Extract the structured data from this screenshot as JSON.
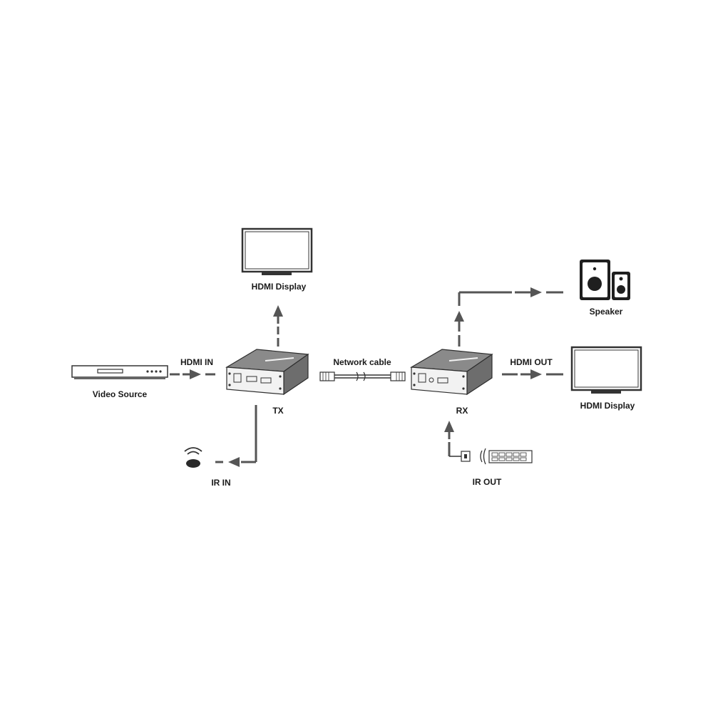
{
  "labels": {
    "video_source": "Video Source",
    "hdmi_in": "HDMI IN",
    "hdmi_display_top": "HDMI Display",
    "tx": "TX",
    "network_cable": "Network cable",
    "rx": "RX",
    "speaker": "Speaker",
    "hdmi_out": "HDMI OUT",
    "hdmi_display_right": "HDMI Display",
    "ir_in": "IR IN",
    "ir_out": "IR OUT"
  },
  "colors": {
    "arrow": "#555555",
    "device_body": "#6d6d6d",
    "device_front": "#f2f2f2",
    "outline": "#333333"
  },
  "icons": [
    "dvd-player-icon",
    "monitor-icon",
    "transmitter-icon",
    "receiver-icon",
    "rj45-connector-icon",
    "speaker-icon",
    "ir-receiver-icon",
    "ir-emitter-icon",
    "remote-control-icon"
  ]
}
